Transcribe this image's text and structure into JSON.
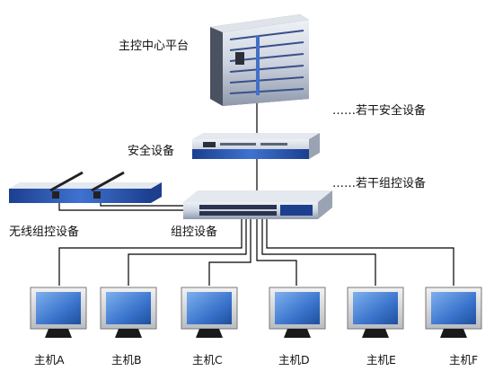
{
  "nodes": {
    "main_platform": "主控中心平台",
    "security_device": "安全设备",
    "wireless_controller": "无线组控设备",
    "switch": "组控设备"
  },
  "notes": {
    "security_note": "……若干安全设备",
    "switch_note": "……若干组控设备"
  },
  "hosts": [
    "主机A",
    "主机B",
    "主机C",
    "主机D",
    "主机E",
    "主机F"
  ],
  "colors": {
    "device_blue": "#2a56b8",
    "device_silver": "#cfd6e2",
    "screen_blue": "#4a86d8",
    "line": "#000000"
  },
  "icons": {
    "main_platform": "rack-server-chassis-icon",
    "security_device": "rack-appliance-icon",
    "wireless_controller": "wireless-appliance-icon",
    "switch": "network-switch-icon",
    "host": "crt-monitor-icon"
  }
}
